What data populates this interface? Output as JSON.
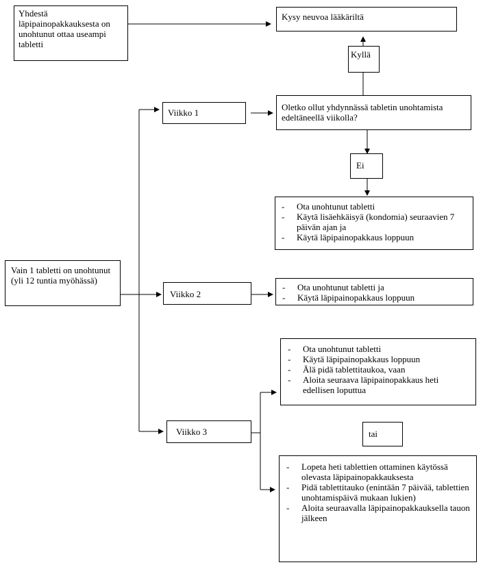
{
  "multi_box": "Yhdestä läpipainopakkauksesta on unohtunut ottaa useampi tabletti",
  "ask_doctor": "Kysy neuvoa lääkäriltä",
  "yes_label": "Kyllä",
  "no_label": "Ei",
  "or_label": "tai",
  "question": "Oletko ollut yhdynnässä tabletin unohtamista edeltäneellä viikolla?",
  "start_box": "Vain 1 tabletti on unohtunut (yli 12 tuntia myöhässä)",
  "weeks": {
    "w1": "Viikko 1",
    "w2": "Viikko 2",
    "w3": "Viikko 3"
  },
  "w1_actions": [
    "Ota unohtunut tabletti",
    "Käytä lisäehkäisyä (kondomia) seuraavien 7 päivän ajan ja",
    "Käytä läpipainopakkaus loppuun"
  ],
  "w2_actions": [
    "Ota unohtunut tabletti ja",
    "Käytä läpipainopakkaus loppuun"
  ],
  "w3_option1": [
    "Ota unohtunut tabletti",
    "Käytä läpipainopakkaus loppuun",
    "Älä pidä tablettitaukoa, vaan",
    "Aloita seuraava läpipainopakkaus heti edellisen loputtua"
  ],
  "w3_option2": [
    "Lopeta heti tablettien ottaminen käytössä olevasta läpipainopakkauksesta",
    "Pidä tablettitauko (enintään 7 päivää, tablettien unohtamispäivä mukaan lukien)",
    "Aloita seuraavalla läpipainopakkauksella tauon jälkeen"
  ]
}
